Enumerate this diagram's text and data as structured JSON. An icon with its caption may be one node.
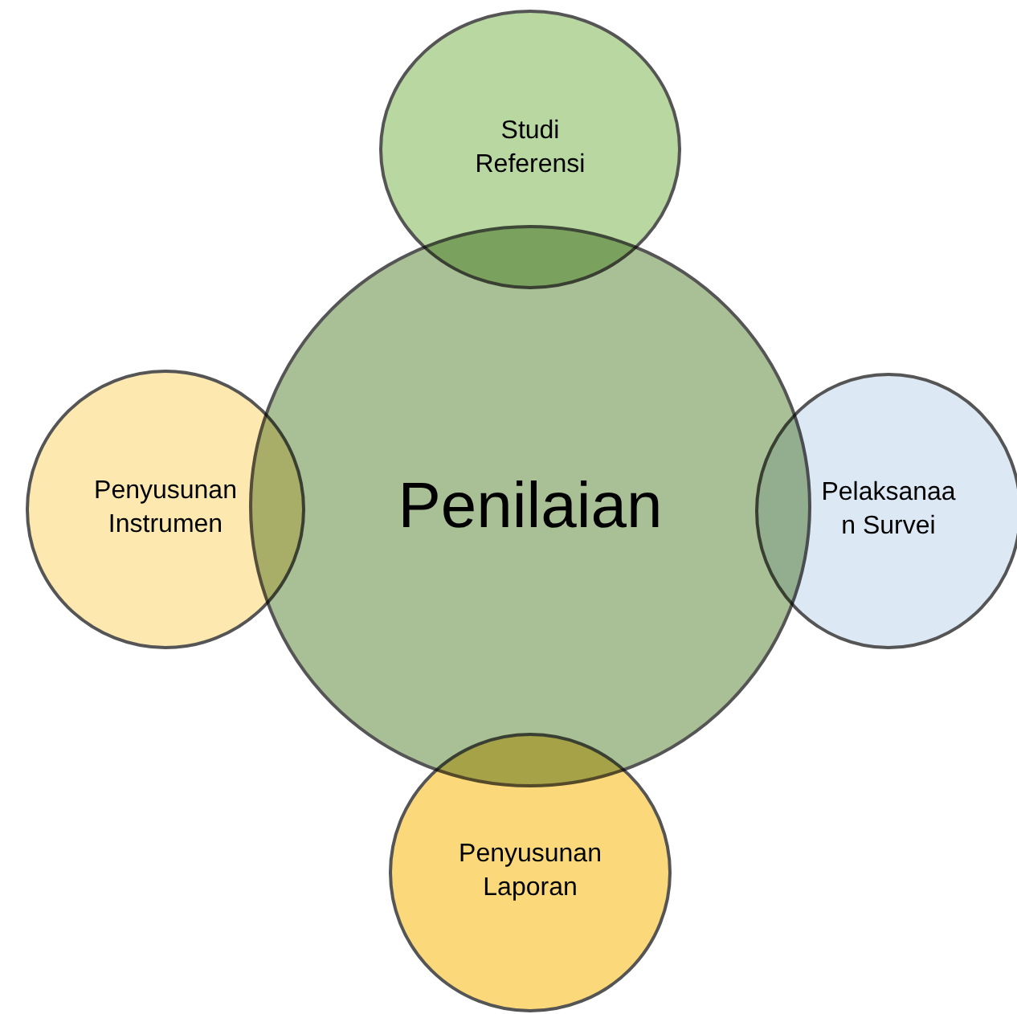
{
  "diagram": {
    "nodes": [
      {
        "text": [
          "Penilaian"
        ]
      },
      {
        "text": [
          "Studi Referensi"
        ]
      },
      {
        "text": [
          "Penyusunan Instrumen"
        ]
      },
      {
        "text": [
          "Pelaksanaa n Survei"
        ]
      },
      {
        "text": [
          "Penyusunan Laporan"
        ]
      }
    ]
  }
}
